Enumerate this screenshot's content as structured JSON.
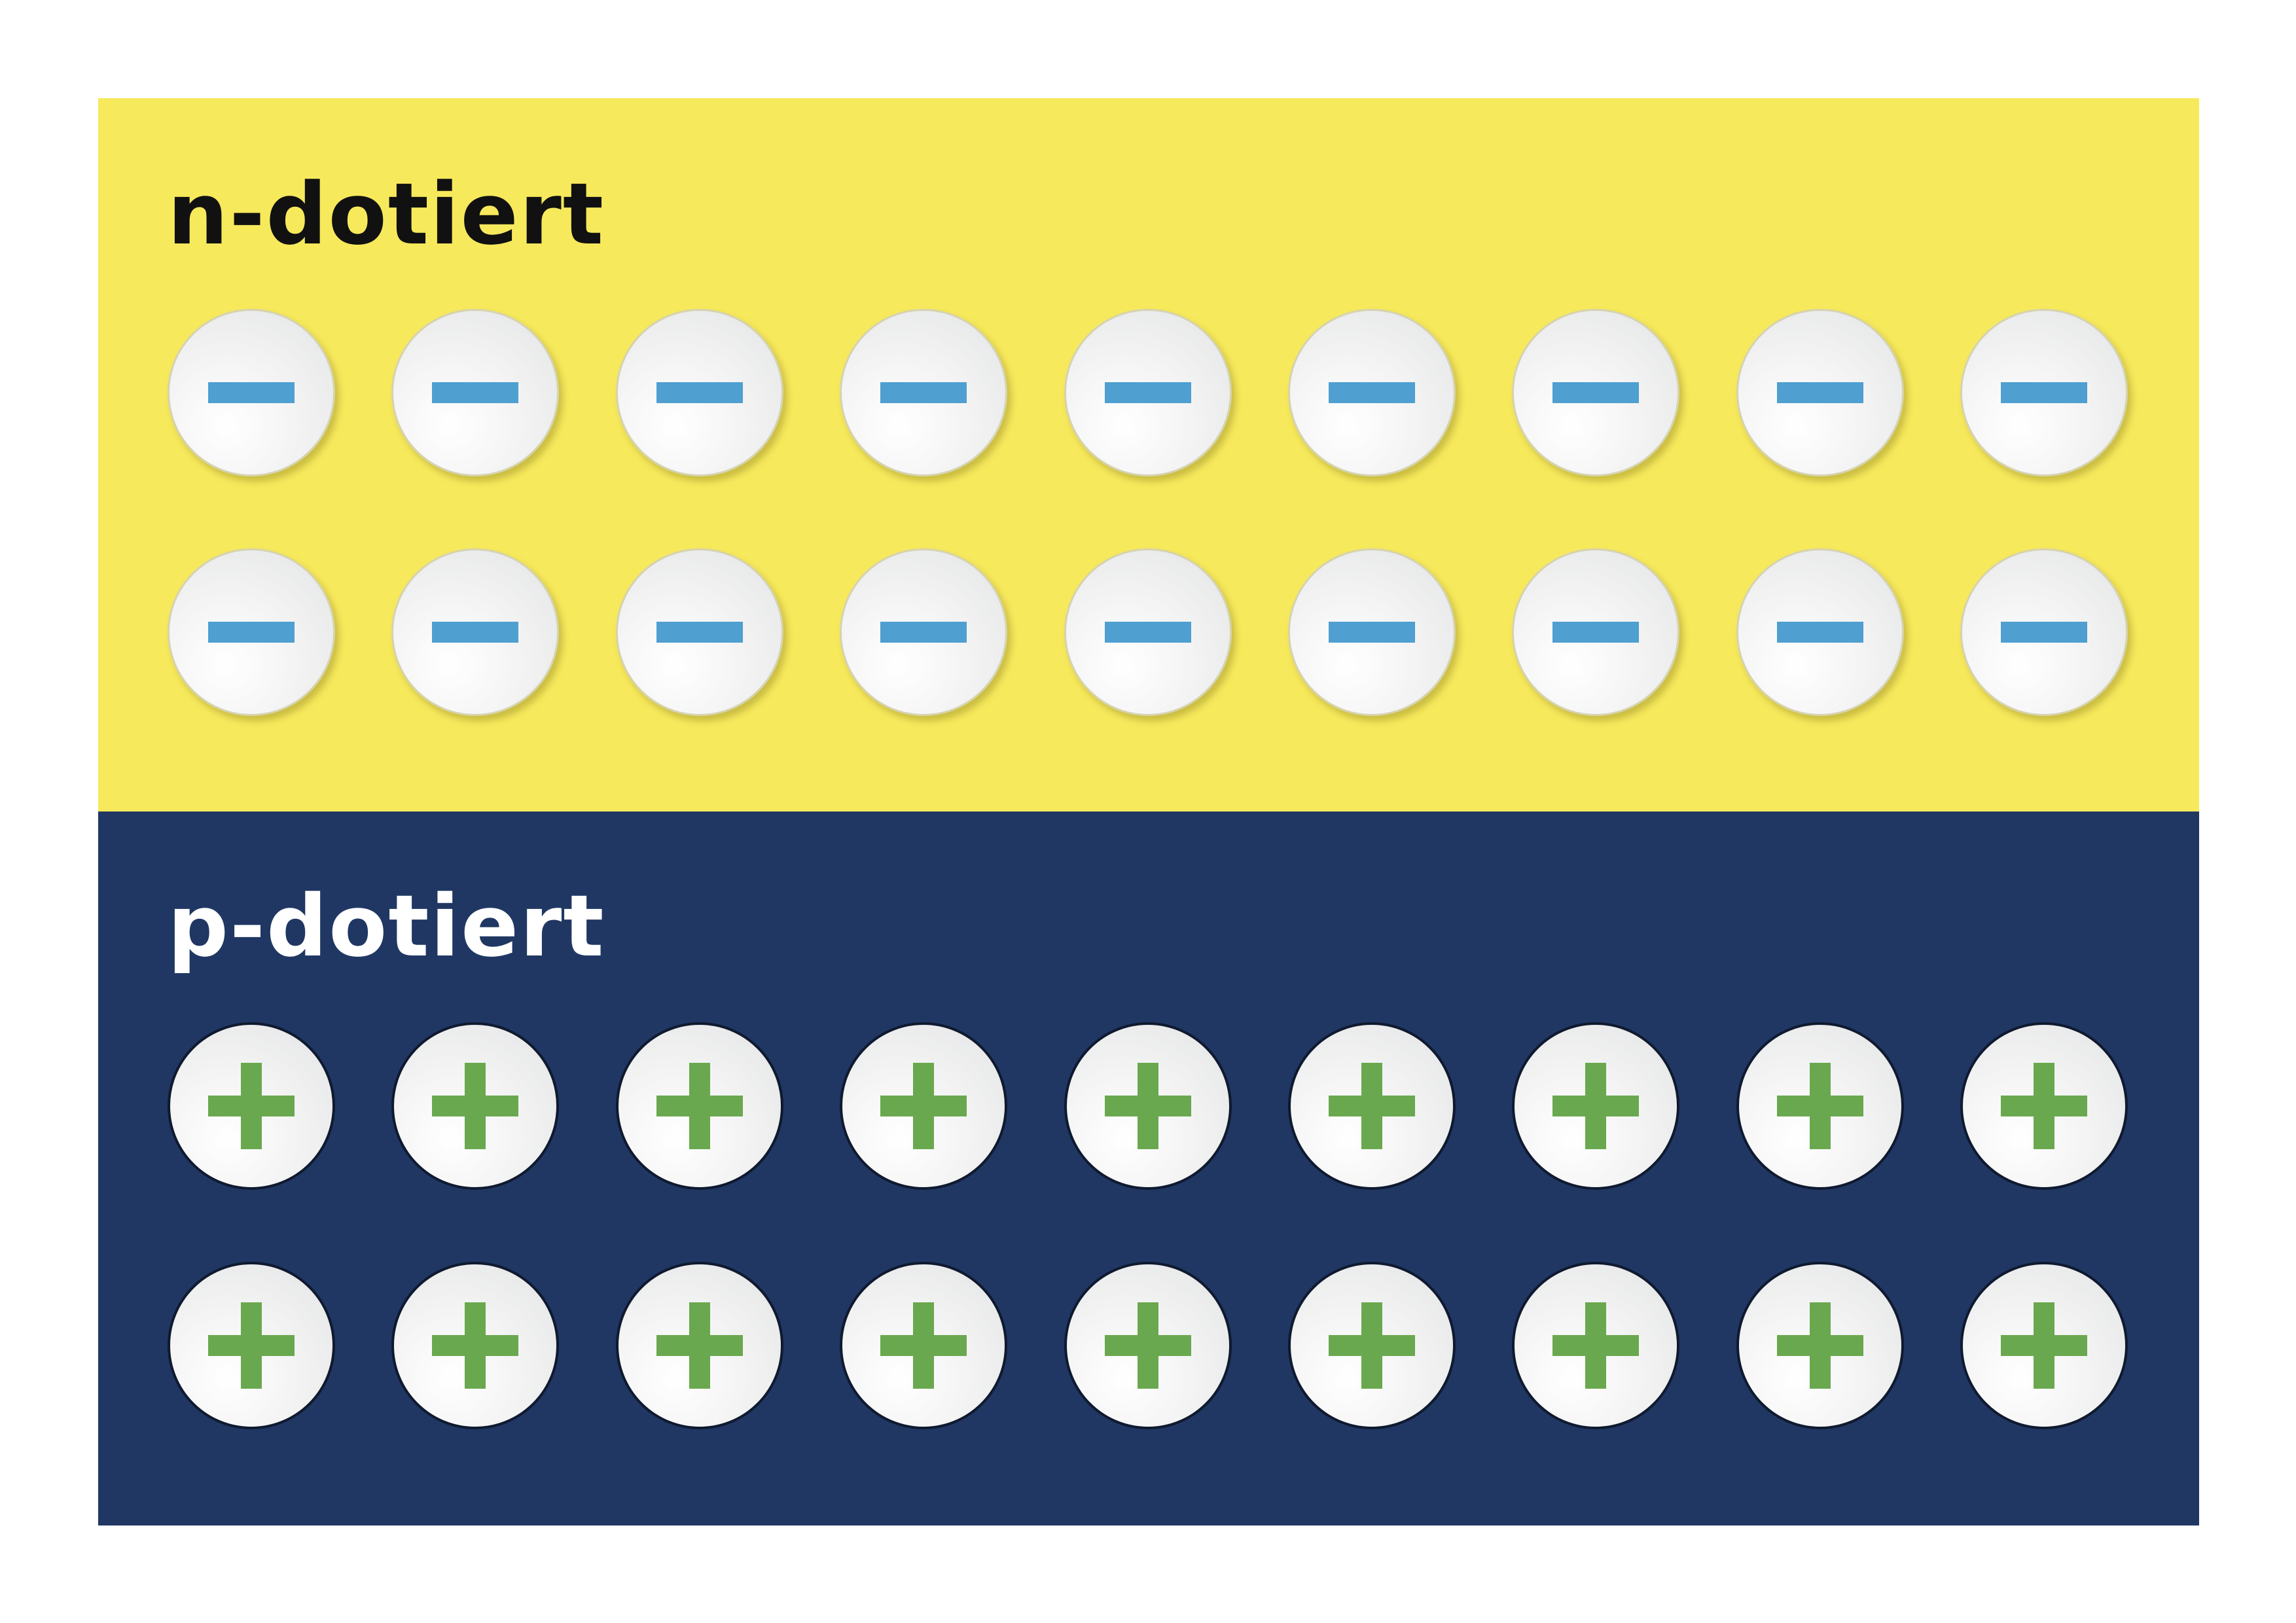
{
  "regions": {
    "n": {
      "label": "n-dotiert",
      "background": "#f7e95c",
      "sign": "minus",
      "sign_color": "#4f9fd0",
      "rows": 2,
      "columns": 9
    },
    "p": {
      "label": "p-dotiert",
      "background": "#203763",
      "sign": "plus",
      "sign_color": "#6aa84f",
      "rows": 2,
      "columns": 9
    }
  },
  "icons": {
    "negative_charge": "minus-sign-icon",
    "positive_charge": "plus-sign-icon"
  }
}
